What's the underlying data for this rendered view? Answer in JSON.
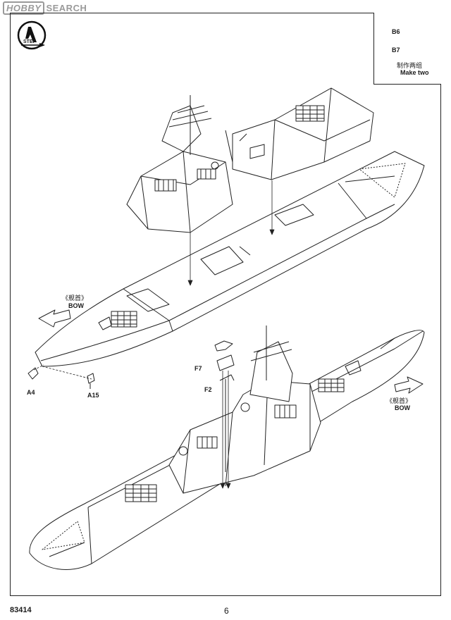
{
  "watermark": {
    "logo": "HOBBY",
    "text": "SEARCH"
  },
  "step": {
    "label": "STEP",
    "letter": "A"
  },
  "callout": {
    "parts": [
      "B6",
      "B7"
    ],
    "cn_text": "制作两组",
    "en_text": "Make two"
  },
  "upper_view": {
    "bow_cn": "《舰首》",
    "bow_en": "BOW",
    "parts": [
      "A4",
      "A15"
    ]
  },
  "lower_view": {
    "bow_cn": "《舰首》",
    "bow_en": "BOW",
    "parts": [
      "F7",
      "F2"
    ]
  },
  "footer": {
    "code": "83414",
    "page": "6"
  }
}
